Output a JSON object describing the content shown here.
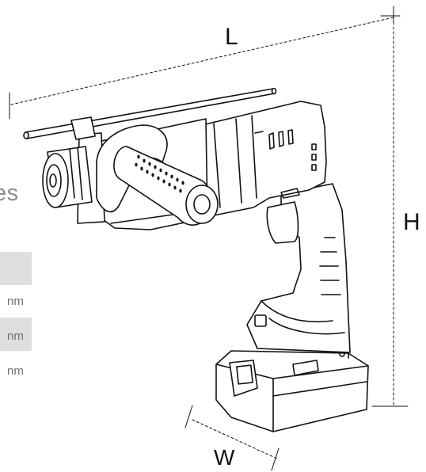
{
  "page": {
    "heading_fragment": "es"
  },
  "spec_fragments": {
    "unit_1": "nm",
    "unit_2": "nm",
    "unit_3": "nm"
  },
  "dimensions": {
    "length_label": "L",
    "height_label": "H",
    "width_label": "W"
  },
  "colors": {
    "line": "#111111",
    "band": "#dedede",
    "muted_text": "#808080"
  },
  "illustration": {
    "subject": "cordless rotary hammer with side handle and depth gauge, battery attached",
    "icon": "rotary-hammer-line-drawing"
  }
}
